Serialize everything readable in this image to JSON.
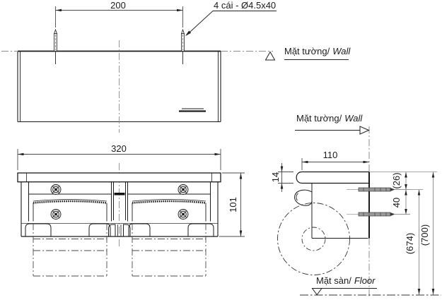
{
  "labels": {
    "wall": {
      "vi": "Mặt tường/",
      "en": "Wall"
    },
    "floor": {
      "vi": "Mặt sàn/",
      "en": "Floor"
    },
    "screw_note": "4 cái - Ø4.5x40"
  },
  "dimensions": {
    "screw_spacing_top": "200",
    "overall_width": "320",
    "overall_height": "101",
    "depth": "110",
    "shelf_thickness": "14",
    "screw_offset_below_shelf": "(26)",
    "screw_vertical_spacing": "40",
    "upper_screw_height_from_floor": "(674)",
    "installation_height": "(700)"
  },
  "colors": {
    "object_line": "#1b1b1b",
    "dimension_line": "#4a4a4a",
    "centerline": "#8c8c8c",
    "background": "#ffffff"
  }
}
